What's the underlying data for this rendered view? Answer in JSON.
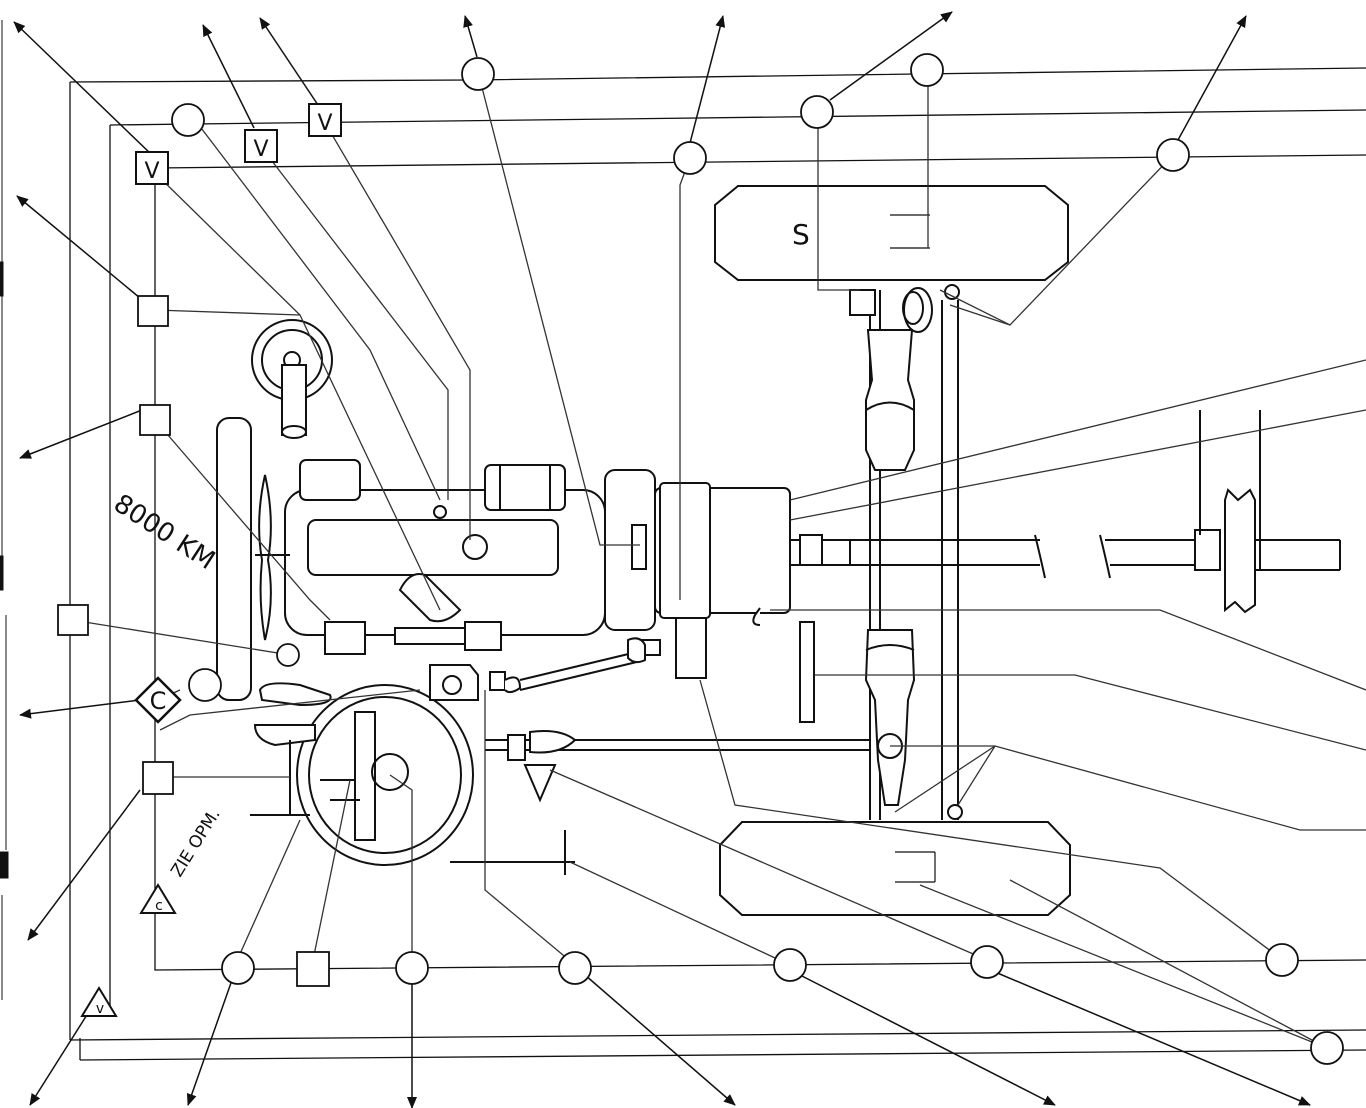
{
  "labels": {
    "sign_v": "V",
    "sign_c": "C",
    "tri_c": "c",
    "tri_v": "v",
    "tyre_s": "S",
    "interval": "8000 KM",
    "see_note": "ZIE OPM."
  },
  "colors": {
    "ink": "#111111",
    "paper": "#ffffff",
    "leader": "#444444"
  }
}
